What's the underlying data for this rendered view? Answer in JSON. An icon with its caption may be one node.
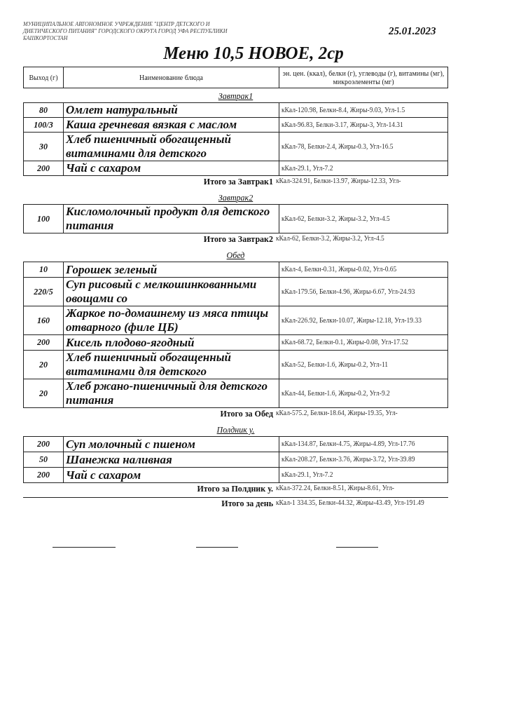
{
  "diagram": {
    "title": "Меню 10,5 НОВОЕ, 2ср",
    "labels": [
      "МУНИЦИПАЛЬНОЕ АВТОНОМНОЕ УЧРЕЖДЕНИЕ \"ЦЕНТР ДЕТСКОГО И ДИЕТИЧЕСКОГО ПИТАНИЯ\" ГОРОДСКОГО ОКРУГА ГОРОД УФА РЕСПУБЛИКИ БАШКОРТОСТАН",
      "25.01.2023",
      "Выход (г)",
      "Наименование блюда",
      "эн. цен. (ккал), белки (г), углеводы (г), витамины (мг), микроэлементы (мг)",
      "Завтрак1",
      "80",
      "Омлет натуральный",
      "кКал-120.98, Белки-8.4, Жиры-9.03, Угл-1.5",
      "100/3",
      "Каша гречневая вязкая с маслом",
      "кКал-96.83, Белки-3.17, Жиры-3, Угл-14.31",
      "30",
      "Хлеб пшеничный обогащенный витаминами для детского",
      "кКал-78, Белки-2.4, Жиры-0.3, Угл-16.5",
      "200",
      "Чай с сахаром",
      "кКал-29.1, Угл-7.2",
      "Итого за Завтрак1",
      "кКал-324.91, Белки-13.97, Жиры-12.33, Угл-",
      "Завтрак2",
      "100",
      "Кисломолочный продукт для детского питания",
      "кКал-62, Белки-3.2, Жиры-3.2, Угл-4.5",
      "Итого за Завтрак2",
      "кКал-62, Белки-3.2, Жиры-3.2, Угл-4.5",
      "Обед",
      "10",
      "Горошек зеленый",
      "кКал-4, Белки-0.31, Жиры-0.02, Угл-0.65",
      "220/5",
      "Суп рисовый с мелкошинкованными овощами со",
      "кКал-179.56, Белки-4.96, Жиры-6.67, Угл-24.93",
      "160",
      "Жаркое по-домашнему из мяса птицы отварного (филе ЦБ)",
      "кКал-226.92, Белки-10.07, Жиры-12.18, Угл-19.33",
      "200",
      "Кисель плодово-ягодный",
      "кКал-68.72, Белки-0.1, Жиры-0.08, Угл-17.52",
      "20",
      "Хлеб пшеничный обогащенный витаминами для детского",
      "кКал-52, Белки-1.6, Жиры-0.2, Угл-11",
      "20",
      "Хлеб ржано-пшеничный для детского питания",
      "кКал-44, Белки-1.6, Жиры-0.2, Угл-9.2",
      "Итого за Обед",
      "кКал-575.2, Белки-18.64, Жиры-19.35, Угл-",
      "Полдник у.",
      "200",
      "Суп молочный с пшеном",
      "кКал-134.87, Белки-4.75, Жиры-4.89, Угл-17.76",
      "50",
      "Шанежка наливная",
      "кКал-208.27, Белки-3.76, Жиры-3.72, Угл-39.89",
      "200",
      "Чай с сахаром",
      "кКал-29.1, Угл-7.2",
      "Итого за Полдник у.",
      "кКал-372.24, Белки-8.51, Жиры-8.61, Угл-",
      "Итого за день",
      "кКал-1 334.35, Белки-44.32, Жиры-43.49, Угл-191.49"
    ]
  }
}
